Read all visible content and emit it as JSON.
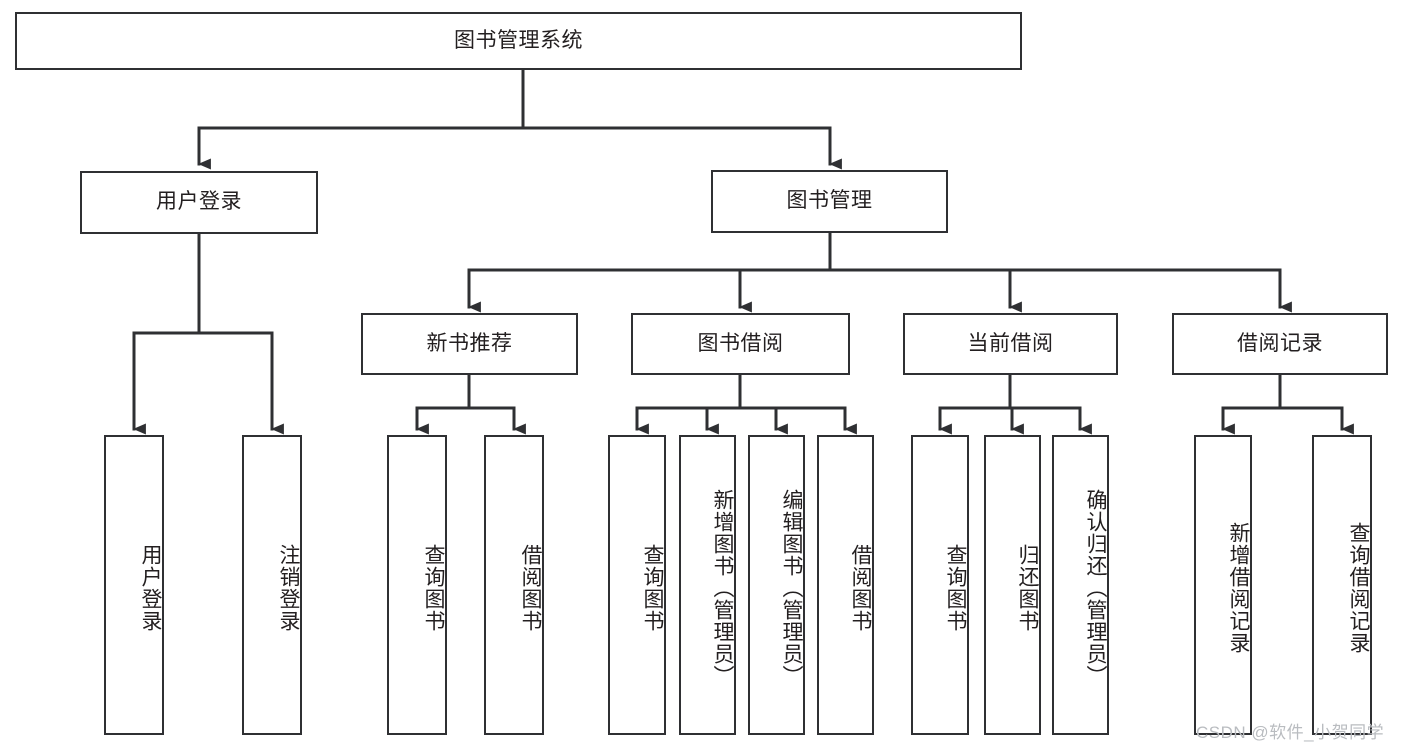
{
  "diagram": {
    "type": "tree",
    "title": "图书管理系统",
    "watermark": "CSDN @软件_小贺同学",
    "root": {
      "id": "root",
      "label": "图书管理系统",
      "orientation": "horizontal"
    },
    "level2": [
      {
        "id": "user-login",
        "label": "用户登录",
        "orientation": "horizontal"
      },
      {
        "id": "book-manage",
        "label": "图书管理",
        "orientation": "horizontal"
      }
    ],
    "level3": [
      {
        "id": "new-book-rec",
        "label": "新书推荐",
        "orientation": "horizontal",
        "parent": "book-manage"
      },
      {
        "id": "book-borrow",
        "label": "图书借阅",
        "orientation": "horizontal",
        "parent": "book-manage"
      },
      {
        "id": "current-borrow",
        "label": "当前借阅",
        "orientation": "horizontal",
        "parent": "book-manage"
      },
      {
        "id": "borrow-record",
        "label": "借阅记录",
        "orientation": "horizontal",
        "parent": "book-manage"
      }
    ],
    "leaves": [
      {
        "id": "leaf-user-login",
        "label": "用户登录",
        "orientation": "vertical",
        "parent": "user-login"
      },
      {
        "id": "leaf-logout",
        "label": "注销登录",
        "orientation": "vertical",
        "parent": "user-login"
      },
      {
        "id": "leaf-query-book-1",
        "label": "查询图书",
        "orientation": "vertical",
        "parent": "new-book-rec"
      },
      {
        "id": "leaf-borrow-book-1",
        "label": "借阅图书",
        "orientation": "vertical",
        "parent": "new-book-rec"
      },
      {
        "id": "leaf-query-book-2",
        "label": "查询图书",
        "orientation": "vertical",
        "parent": "book-borrow"
      },
      {
        "id": "leaf-add-book",
        "label": "新增图书（管理员）",
        "orientation": "vertical",
        "parent": "book-borrow"
      },
      {
        "id": "leaf-edit-book",
        "label": "编辑图书（管理员）",
        "orientation": "vertical",
        "parent": "book-borrow"
      },
      {
        "id": "leaf-borrow-book-2",
        "label": "借阅图书",
        "orientation": "vertical",
        "parent": "book-borrow"
      },
      {
        "id": "leaf-query-book-3",
        "label": "查询图书",
        "orientation": "vertical",
        "parent": "current-borrow"
      },
      {
        "id": "leaf-return-book",
        "label": "归还图书",
        "orientation": "vertical",
        "parent": "current-borrow"
      },
      {
        "id": "leaf-confirm-return",
        "label": "确认归还（管理员）",
        "orientation": "vertical",
        "parent": "current-borrow"
      },
      {
        "id": "leaf-add-record",
        "label": "新增借阅记录",
        "orientation": "vertical",
        "parent": "borrow-record"
      },
      {
        "id": "leaf-query-record",
        "label": "查询借阅记录",
        "orientation": "vertical",
        "parent": "borrow-record"
      }
    ],
    "colors": {
      "stroke": "#2f3033",
      "text": "#231f20",
      "background": "#ffffff",
      "watermark": "#b9bcc0"
    }
  }
}
